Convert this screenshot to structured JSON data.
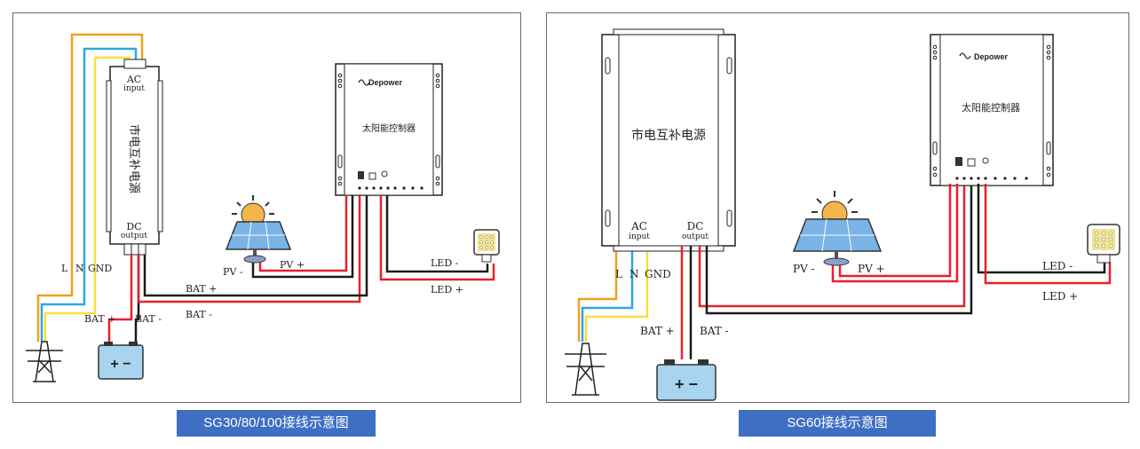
{
  "left_diagram": {
    "caption": "SG30/80/100接线示意图",
    "ac_label": "AC",
    "input_label": "input",
    "dc_label": "DC",
    "output_label": "output",
    "supply_name": "市电互补电源",
    "controller_brand": "Depower",
    "controller_name": "太阳能控制器",
    "l_label": "L",
    "n_label": "N",
    "gnd_label": "GND",
    "bat_plus_top": "BAT +",
    "bat_minus_top": "BAT -",
    "bat_plus": "BAT +",
    "bat_minus": "BAT -",
    "pv_plus": "PV +",
    "pv_minus": "PV -",
    "led_minus": "LED -",
    "led_plus": "LED +"
  },
  "right_diagram": {
    "caption": "SG60接线示意图",
    "supply_name": "市电互补电源",
    "ac_label": "AC",
    "input_label": "input",
    "dc_label": "DC",
    "output_label": "output",
    "controller_brand": "Depower",
    "controller_name": "太阳能控制器",
    "l_label": "L",
    "n_label": "N",
    "gnd_label": "GND",
    "bat_plus": "BAT +",
    "bat_minus": "BAT -",
    "pv_minus": "PV -",
    "pv_plus": "PV +",
    "led_minus": "LED -",
    "led_plus": "LED +"
  },
  "battery_symbol": "+ −",
  "colors": {
    "red": "#e8202a",
    "black": "#1a1a1a",
    "orange": "#f0a020",
    "blue": "#2aa8e0",
    "yellow": "#f5e040",
    "caption_bg": "#3f6fc4"
  }
}
